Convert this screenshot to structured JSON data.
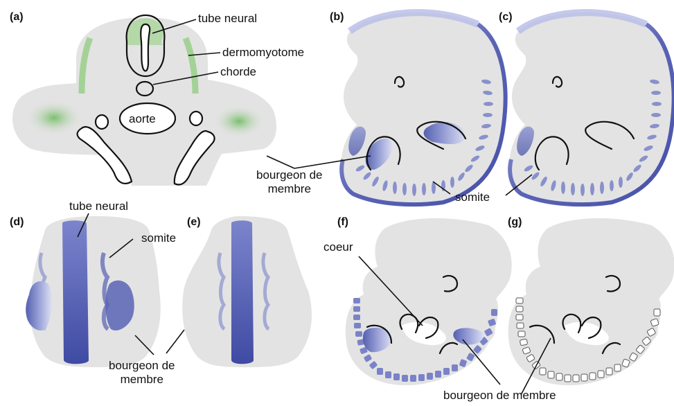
{
  "panels": {
    "a": "(a)",
    "b": "(b)",
    "c": "(c)",
    "d": "(d)",
    "e": "(e)",
    "f": "(f)",
    "g": "(g)"
  },
  "labels": {
    "a_tube_neural": "tube neural",
    "a_dermomyotome": "dermomyotome",
    "a_chorde": "chorde",
    "a_aorte": "aorte",
    "bourgeon_de_membre_line1": "bourgeon de",
    "bourgeon_de_membre_line2": "membre",
    "somite_bc": "somite",
    "d_tube_neural": "tube neural",
    "d_somite": "somite",
    "de_bourgeon_line1": "bourgeon de",
    "de_bourgeon_line2": "membre",
    "f_coeur": "coeur",
    "fg_bourgeon": "bourgeon de  membre"
  },
  "colors": {
    "tissue_gray": "#e3e3e3",
    "expression_blue": "#5560b0",
    "expression_green": "#7cc26a",
    "outline": "#111111"
  }
}
